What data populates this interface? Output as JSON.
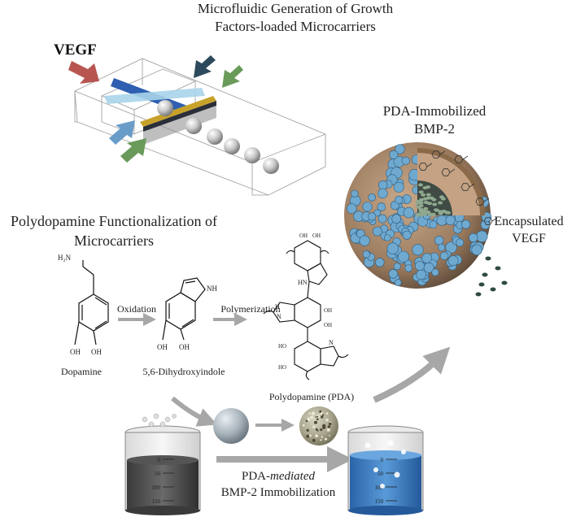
{
  "title_line1": "Microfluidic Generation of Growth",
  "title_line2": "Factors-loaded Microcarriers",
  "vegf_label": "VEGF",
  "pda_bmp2_line1": "PDA-Immobilized",
  "pda_bmp2_line2": "BMP-2",
  "encap_line1": "Encapsulated",
  "encap_line2": "VEGF",
  "functionalization_line1": "Polydopamine Functionalization of",
  "functionalization_line2": "Microcarriers",
  "oxidation_label": "Oxidation",
  "polymerization_label": "Polymerization",
  "dopamine_label": "Dopamine",
  "dhi_label": "5,6-Dihydroxyindole",
  "pda_label": "Polydopamine (PDA)",
  "mediated_line1_prefix": "PDA-",
  "mediated_line1_italic": "mediated",
  "mediated_line2": "BMP-2 Immobilization",
  "chem": {
    "nh2": "H₂N",
    "oh": "OH",
    "nh": "NH",
    "hn": "HN",
    "n": "N",
    "h": "H",
    "ho": "HO"
  },
  "beaker_ticks": [
    "0",
    "50",
    "100",
    "150"
  ],
  "colors": {
    "red_arrow": "#b85550",
    "dark_teal_arrow": "#2d4a5c",
    "green_arrow": "#6a9a5a",
    "blue_arrow": "#6a9cc8",
    "channel_blue": "#2f5fb0",
    "light_channel": "#a8d4ea",
    "gold_channel": "#c7a22a",
    "gray_arrow": "#a7a7a7",
    "particle_blue": "#6fa9cf",
    "beaker_dark": "#4a4a4a",
    "beaker_blue": "#3a7cc0"
  }
}
